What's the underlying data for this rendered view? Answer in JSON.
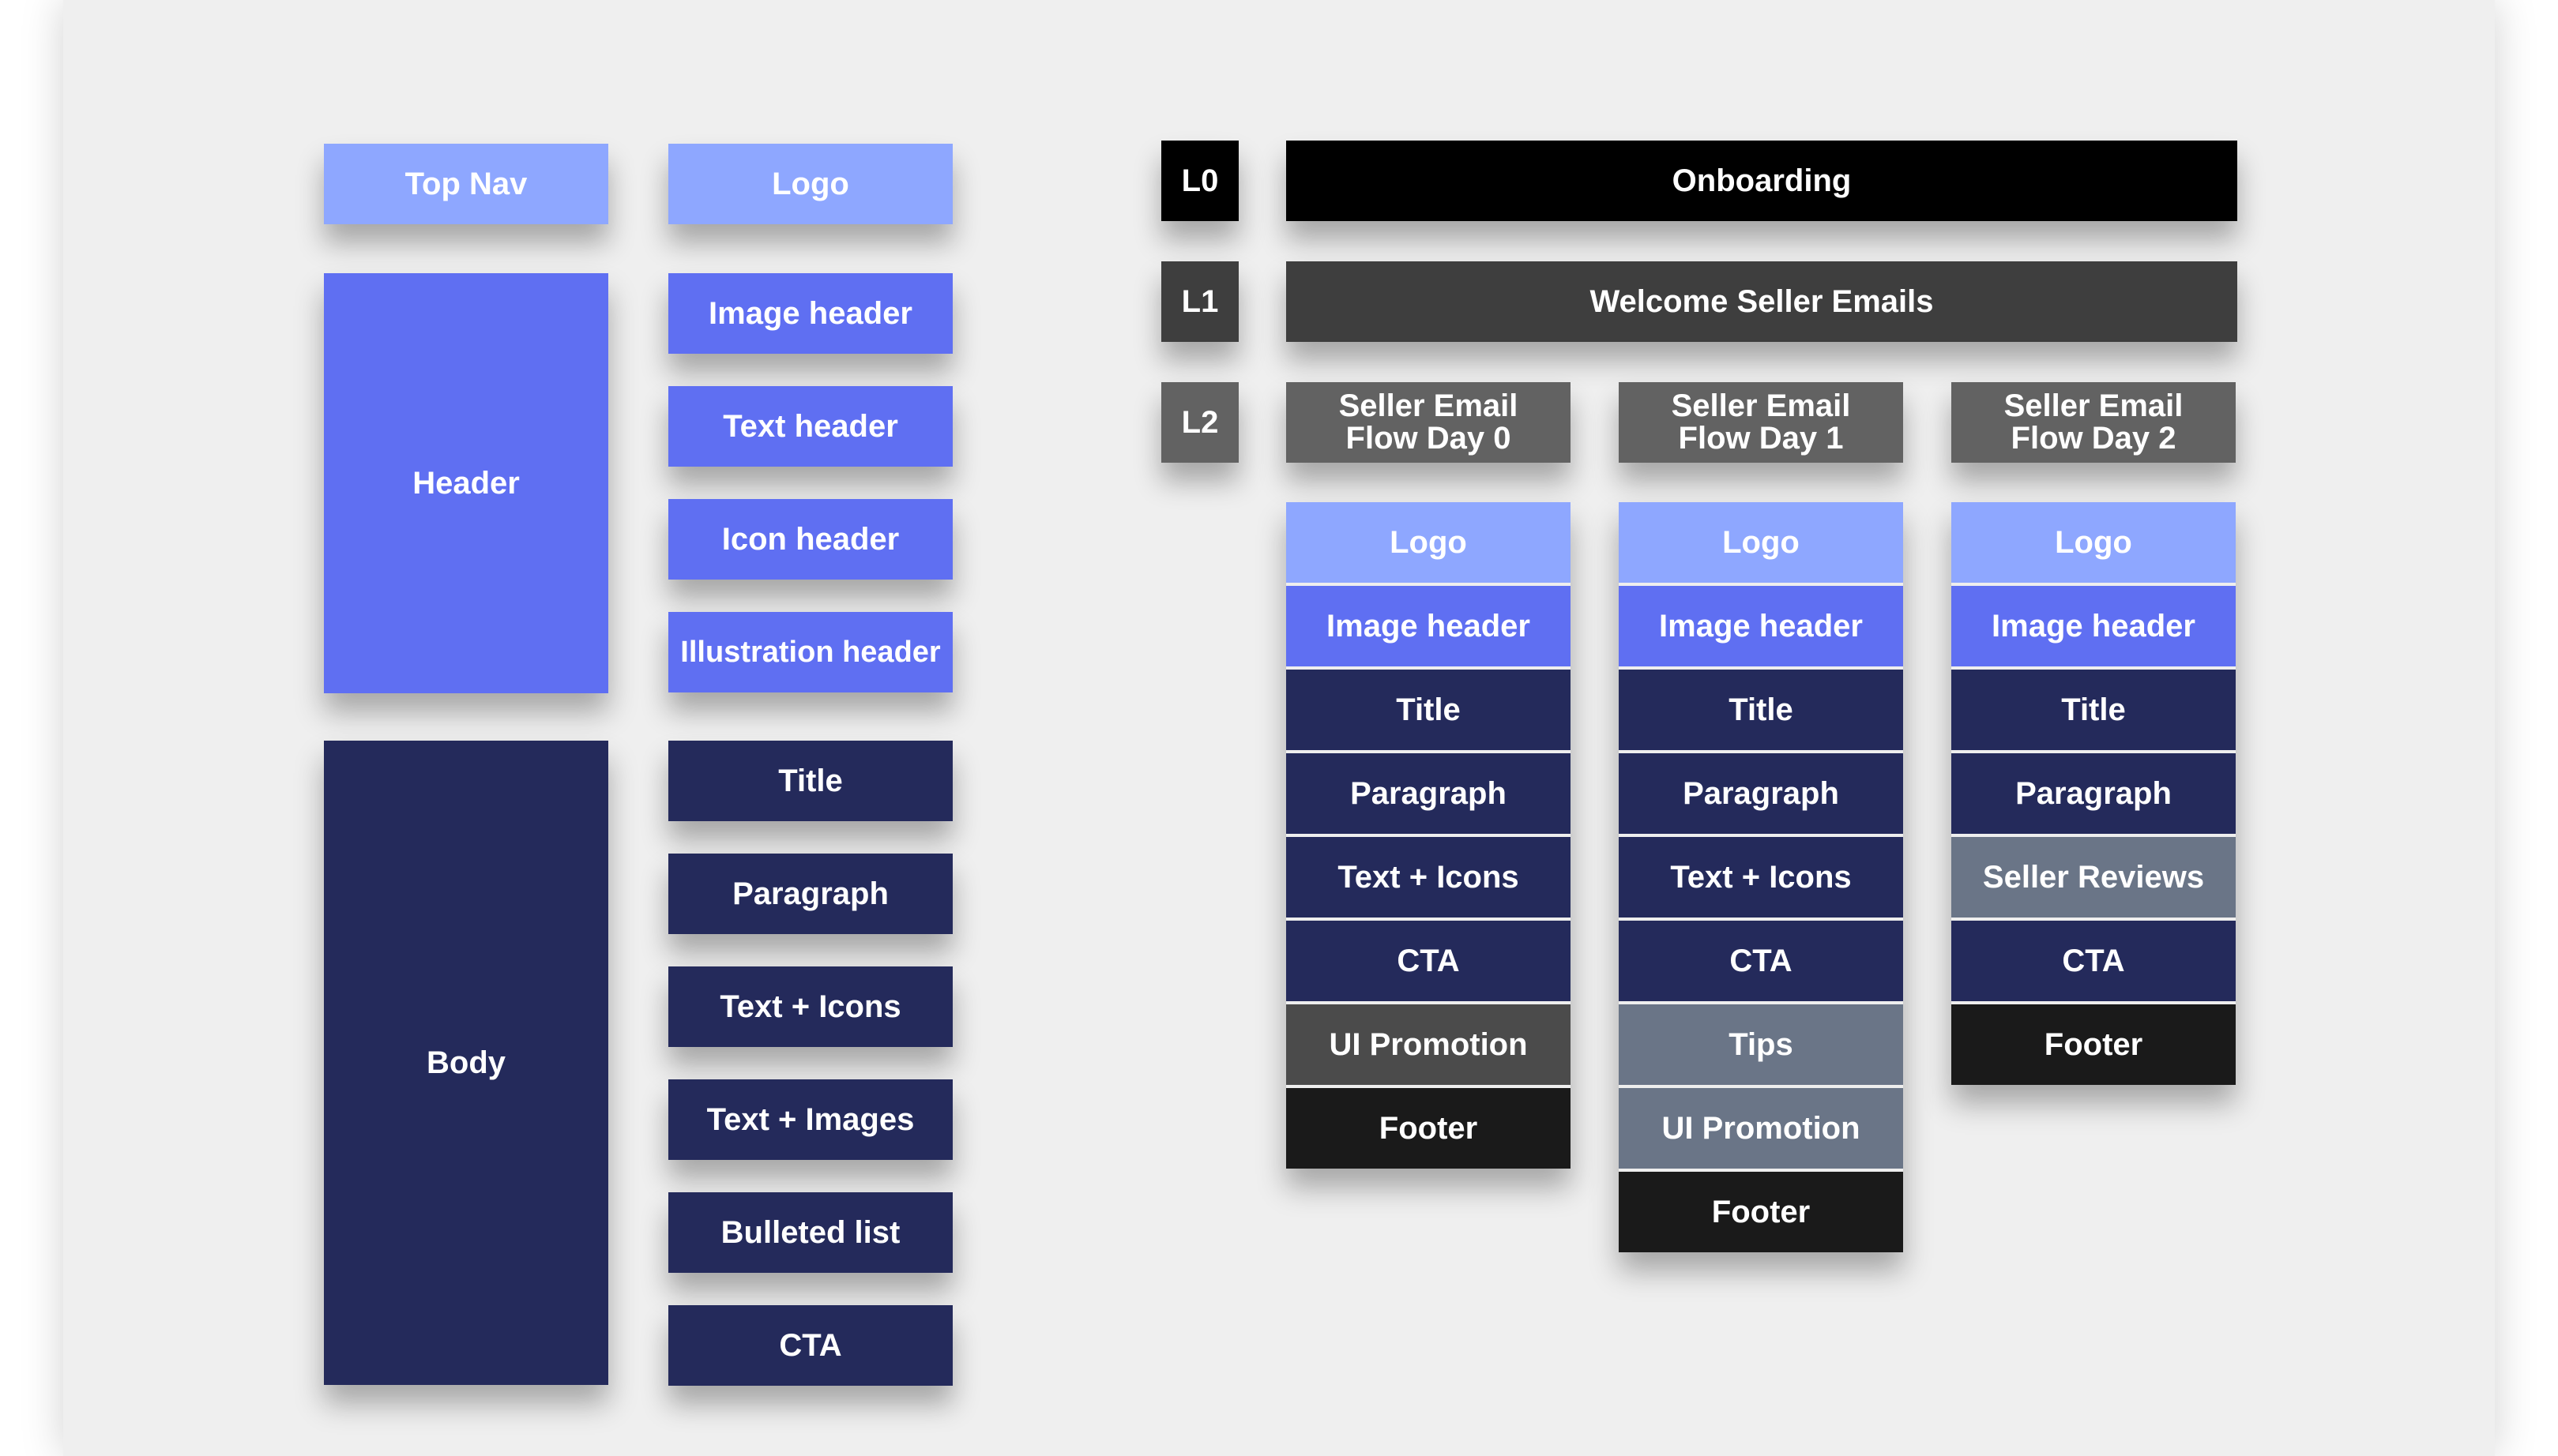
{
  "palette": {
    "light_blue": "#8ea7ff",
    "blue": "#5f6ff2",
    "navy": "#242a5b",
    "slate": "#6a7587",
    "gray": "#4b4b4b",
    "near_black": "#1a1a1a",
    "black": "#000000",
    "background": "#efefef"
  },
  "legend": {
    "sections": {
      "top_nav": "Top Nav",
      "header": "Header",
      "body": "Body"
    },
    "components": {
      "logo": "Logo",
      "image_header": "Image header",
      "text_header": "Text header",
      "icon_header": "Icon header",
      "illustration_header": "Illustration header",
      "title": "Title",
      "paragraph": "Paragraph",
      "text_icons": "Text + Icons",
      "text_images": "Text + Images",
      "bulleted_list": "Bulleted list",
      "cta": "CTA"
    }
  },
  "hierarchy": {
    "levels": [
      "L0",
      "L1",
      "L2"
    ],
    "l0": "Onboarding",
    "l1": "Welcome Seller Emails",
    "flows": [
      {
        "title": "Seller Email\nFlow Day 0",
        "blocks": [
          "Logo",
          "Image header",
          "Title",
          "Paragraph",
          "Text + Icons",
          "CTA",
          "UI Promotion",
          "Footer"
        ]
      },
      {
        "title": "Seller Email\nFlow Day 1",
        "blocks": [
          "Logo",
          "Image header",
          "Title",
          "Paragraph",
          "Text + Icons",
          "CTA",
          "Tips",
          "UI Promotion",
          "Footer"
        ]
      },
      {
        "title": "Seller Email\nFlow Day 2",
        "blocks": [
          "Logo",
          "Image header",
          "Title",
          "Paragraph",
          "Seller Reviews",
          "CTA",
          "Footer"
        ]
      }
    ]
  }
}
